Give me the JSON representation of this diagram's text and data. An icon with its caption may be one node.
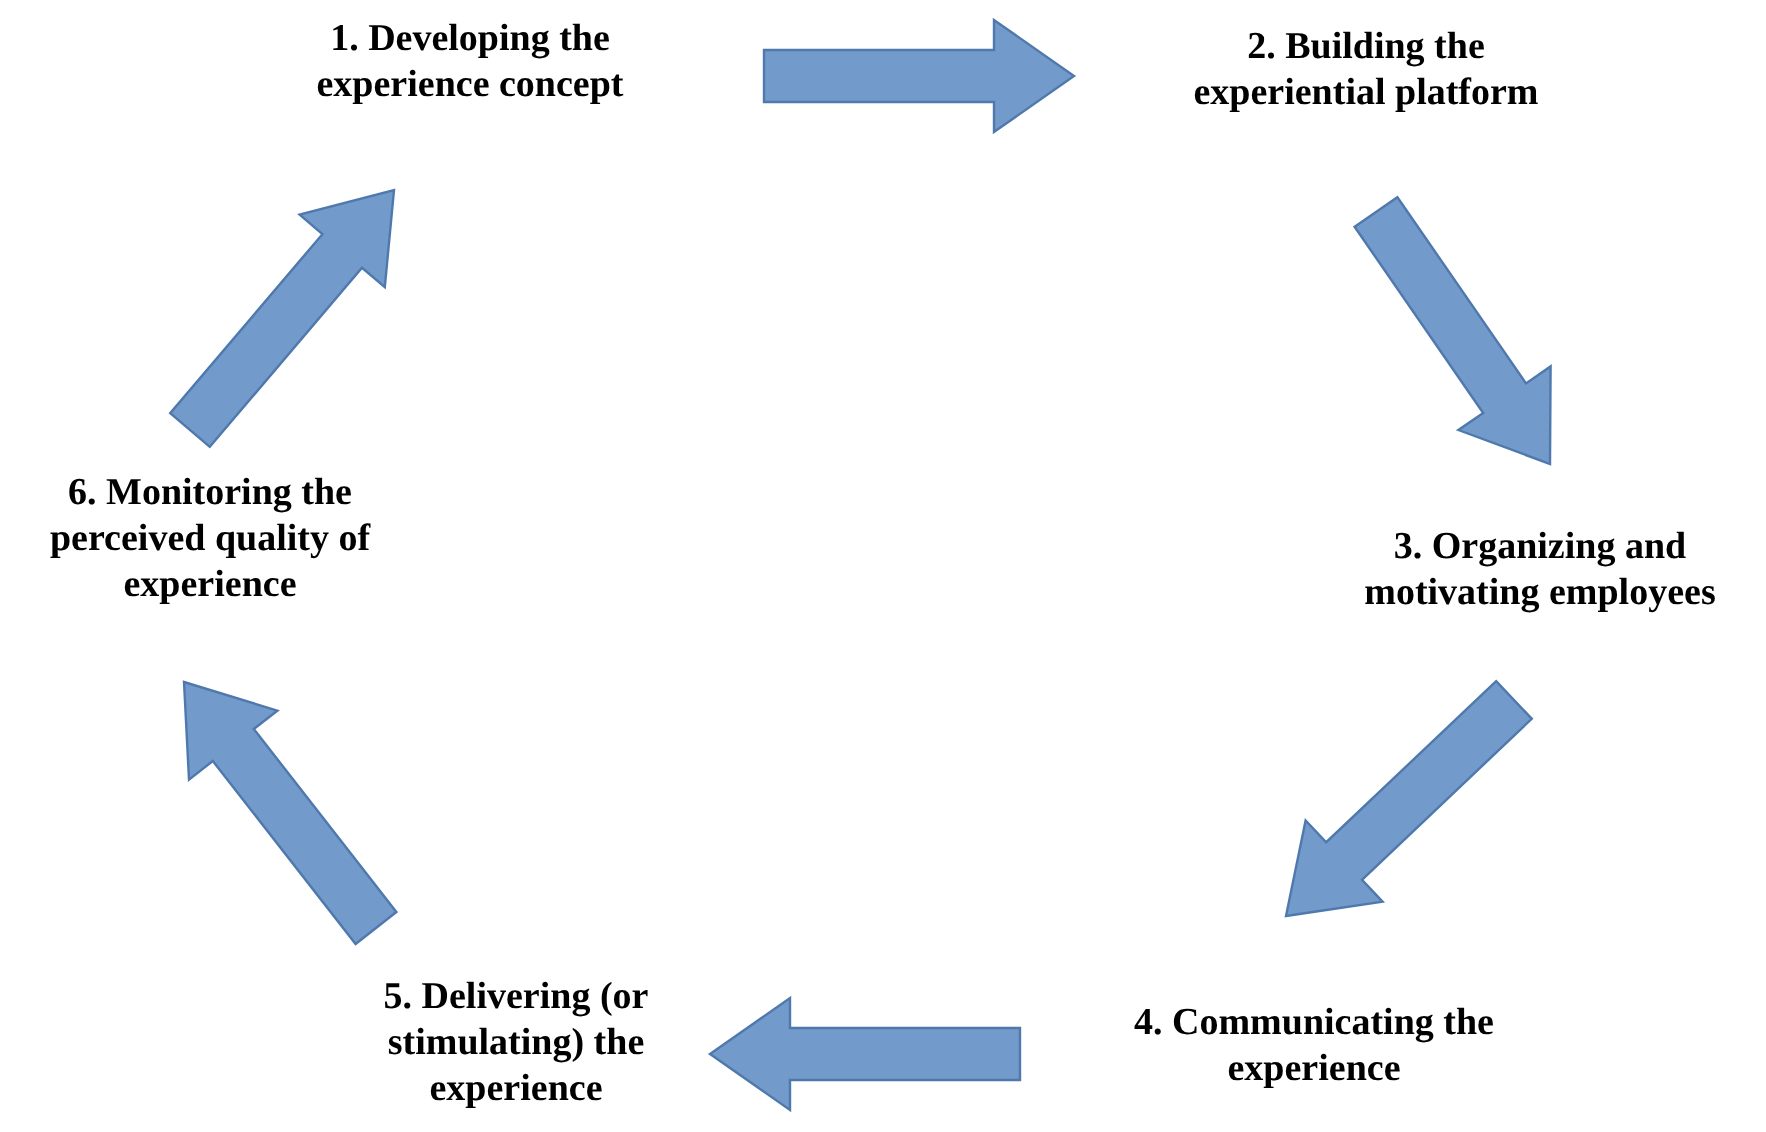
{
  "diagram": {
    "nodes": [
      {
        "text": [
          "1. Developing the experience concept"
        ]
      },
      {
        "text": [
          "2. Building the experiential platform"
        ]
      },
      {
        "text": [
          "3. Organizing and motivating employees"
        ]
      },
      {
        "text": [
          "4. Communicating the experience"
        ]
      },
      {
        "text": [
          "5. Delivering (or stimulating) the experience"
        ]
      },
      {
        "text": [
          "6. Monitoring the perceived quality of experience"
        ]
      }
    ],
    "edges": [
      {
        "from": 0,
        "to": 1,
        "arrow": "to"
      },
      {
        "from": 1,
        "to": 2,
        "arrow": "to"
      },
      {
        "from": 2,
        "to": 3,
        "arrow": "to"
      },
      {
        "from": 3,
        "to": 4,
        "arrow": "to"
      },
      {
        "from": 4,
        "to": 5,
        "arrow": "to"
      },
      {
        "from": 5,
        "to": 0,
        "arrow": "to"
      }
    ]
  }
}
